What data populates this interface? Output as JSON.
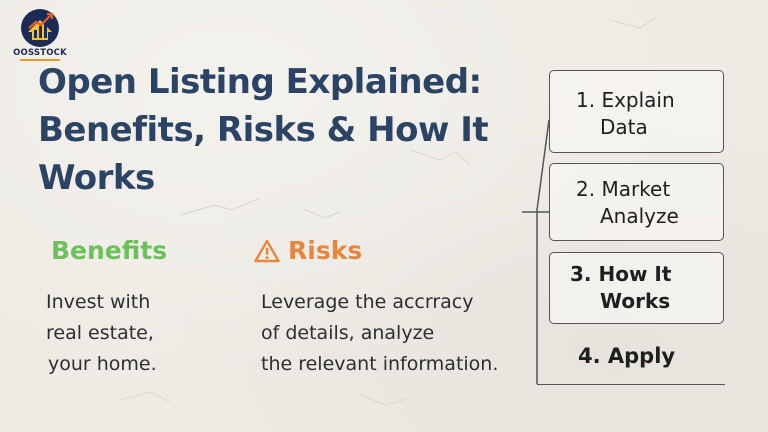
{
  "brand": {
    "name": "OOSSTOCK",
    "colors": {
      "navy": "#1c2b55",
      "gold": "#e39a2c"
    }
  },
  "title": {
    "line1": "Open Listing Explained:",
    "line2": "Benefits, Risks & How It",
    "line3": "Works"
  },
  "benefits": {
    "heading": "Benefits",
    "color": "#6cc15a",
    "lines": [
      "Invest with",
      "real estate,",
      "your home."
    ]
  },
  "risks": {
    "heading": "Risks",
    "icon": "warning-triangle-icon",
    "color": "#e8853f",
    "lines": [
      "Leverage the accrracy",
      "of details, analyze",
      "the relevant information."
    ]
  },
  "steps": [
    {
      "line1": "1. Explain",
      "line2": "Data"
    },
    {
      "line1": "2. Market",
      "line2": "Analyze"
    },
    {
      "line1": "3. How It",
      "line2": "Works"
    },
    {
      "line1": "4. Apply"
    }
  ],
  "title_color": "#2b4466"
}
